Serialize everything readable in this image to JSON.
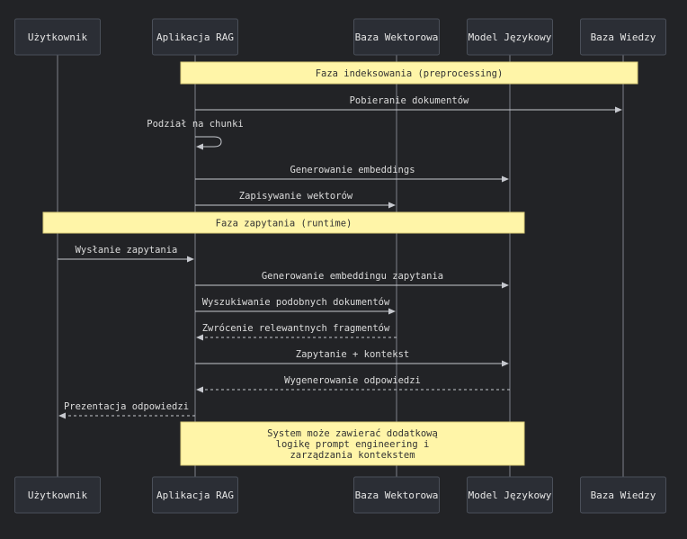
{
  "participants": [
    {
      "id": "user",
      "label": "Użytkownik"
    },
    {
      "id": "app",
      "label": "Aplikacja RAG"
    },
    {
      "id": "vec",
      "label": "Baza Wektorowa"
    },
    {
      "id": "llm",
      "label": "Model Językowy"
    },
    {
      "id": "kb",
      "label": "Baza Wiedzy"
    }
  ],
  "notes": [
    {
      "from": "app",
      "to": "kb",
      "lines": [
        "Faza indeksowania (preprocessing)"
      ]
    },
    {
      "from": "user",
      "to": "llm",
      "lines": [
        "Faza zapytania (runtime)"
      ]
    },
    {
      "from": "app",
      "to": "llm",
      "lines": [
        "System może zawierać dodatkową",
        "logikę prompt engineering i",
        "zarządzania kontekstem"
      ]
    }
  ],
  "messages": [
    {
      "from": "app",
      "to": "kb",
      "label": "Pobieranie dokumentów",
      "style": "solid"
    },
    {
      "from": "app",
      "to": "app",
      "label": "Podział na chunki",
      "style": "solid"
    },
    {
      "from": "app",
      "to": "llm",
      "label": "Generowanie embeddings",
      "style": "solid"
    },
    {
      "from": "app",
      "to": "vec",
      "label": "Zapisywanie wektorów",
      "style": "solid"
    },
    {
      "from": "user",
      "to": "app",
      "label": "Wysłanie zapytania",
      "style": "solid"
    },
    {
      "from": "app",
      "to": "llm",
      "label": "Generowanie embeddingu zapytania",
      "style": "solid"
    },
    {
      "from": "app",
      "to": "vec",
      "label": "Wyszukiwanie podobnych dokumentów",
      "style": "solid"
    },
    {
      "from": "vec",
      "to": "app",
      "label": "Zwrócenie relewantnych fragmentów",
      "style": "dashed"
    },
    {
      "from": "app",
      "to": "llm",
      "label": "Zapytanie + kontekst",
      "style": "solid"
    },
    {
      "from": "llm",
      "to": "app",
      "label": "Wygenerowanie odpowiedzi",
      "style": "dashed"
    },
    {
      "from": "app",
      "to": "user",
      "label": "Prezentacja odpowiedzi",
      "style": "dashed"
    }
  ]
}
